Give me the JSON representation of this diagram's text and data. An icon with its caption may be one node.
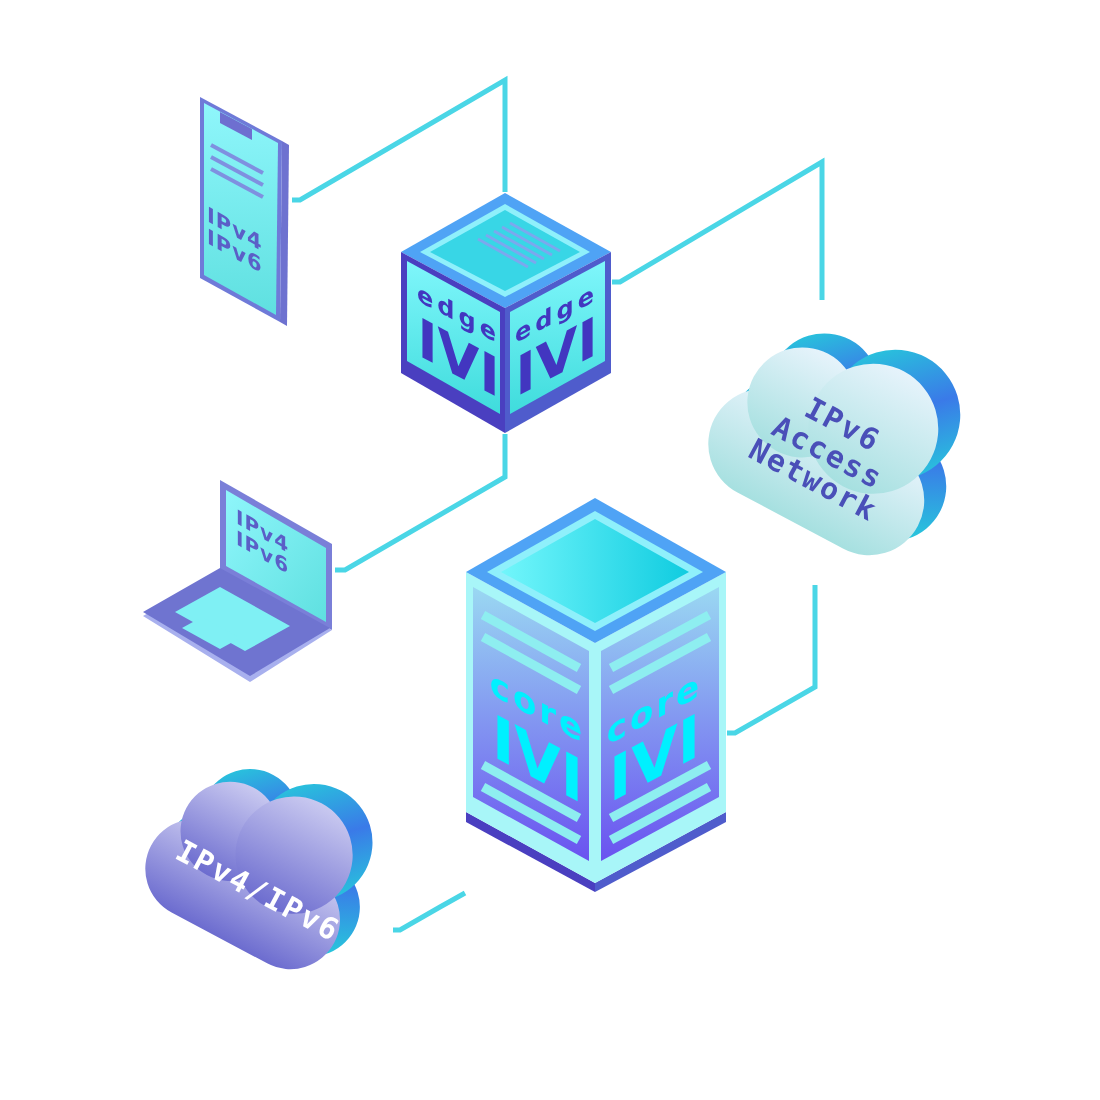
{
  "diagram": {
    "nodes": [
      {
        "text": [
          "IPv4 IPv6"
        ]
      },
      {
        "text": [
          "edge",
          "IVI",
          "edge",
          "IVI"
        ]
      },
      {
        "text": [
          "IPv4 IPv6"
        ]
      },
      {
        "text": [
          "IPv6 Access Network"
        ]
      },
      {
        "text": [
          "core",
          "IVI",
          "core",
          "IVI"
        ]
      },
      {
        "text": [
          "IPv4/IPv6"
        ]
      }
    ],
    "edges": [
      {
        "from": 0,
        "to": 1,
        "arrow": "none"
      },
      {
        "from": 1,
        "to": 3,
        "arrow": "none"
      },
      {
        "from": 1,
        "to": 2,
        "arrow": "none"
      },
      {
        "from": 3,
        "to": 4,
        "arrow": "none"
      },
      {
        "from": 4,
        "to": 5,
        "arrow": "none"
      }
    ]
  }
}
